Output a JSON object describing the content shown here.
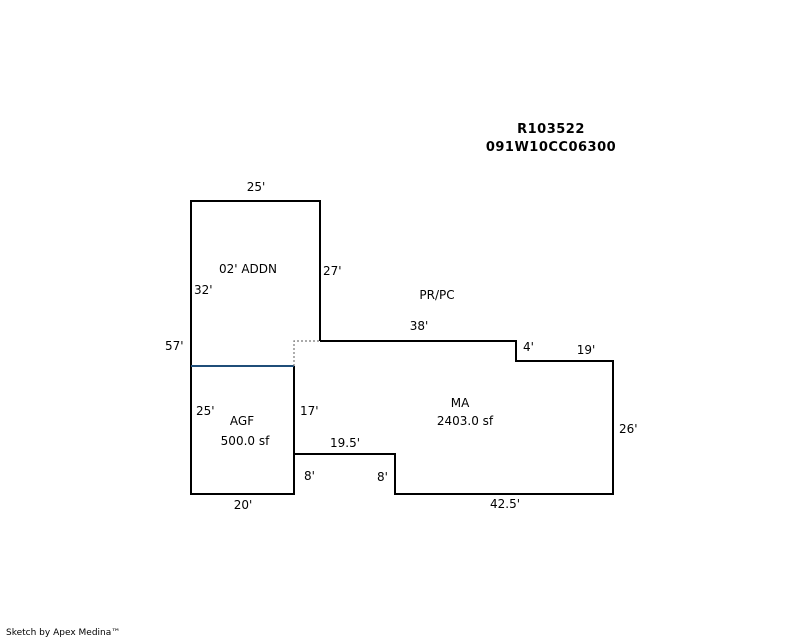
{
  "header": {
    "parcel_id": "R103522",
    "map_number": "091W10CC06300"
  },
  "areas": {
    "addn": {
      "name": "02' ADDN"
    },
    "porch": {
      "name": "PR/PC"
    },
    "garage": {
      "name": "AGF",
      "size": "500.0 sf"
    },
    "main": {
      "name": "MA",
      "size": "2403.0 sf"
    }
  },
  "dimensions": {
    "addn_top": "25'",
    "addn_right": "27'",
    "addn_left": "32'",
    "overall_left": "57'",
    "main_top": "38'",
    "step": "4'",
    "main_top_right": "19'",
    "main_right": "26'",
    "main_bottom": "42.5'",
    "notch_right": "8'",
    "notch_top": "19.5'",
    "notch_left": "8'",
    "garage_left": "25'",
    "garage_right": "17'",
    "garage_bottom": "20'"
  },
  "footer": {
    "credit": "Sketch by Apex Medina™"
  },
  "colors": {
    "outline": "#000000",
    "shared_wall": "#1f4e79",
    "dotted": "#777777"
  }
}
